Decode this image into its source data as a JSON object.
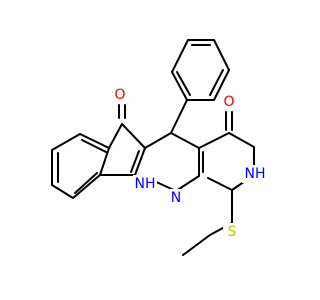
{
  "colors": {
    "background": "#ffffff",
    "bond": "#000000",
    "oxygen": "#ff0000",
    "nitrogen": "#0000ff",
    "sulfur": "#c8c800"
  },
  "atom_labels": {
    "ketone_oxygen": "O",
    "amide_oxygen": "O",
    "nh_ring": "NH",
    "n_ring": "N",
    "nh_chain": "NH",
    "sulfur": "S"
  }
}
